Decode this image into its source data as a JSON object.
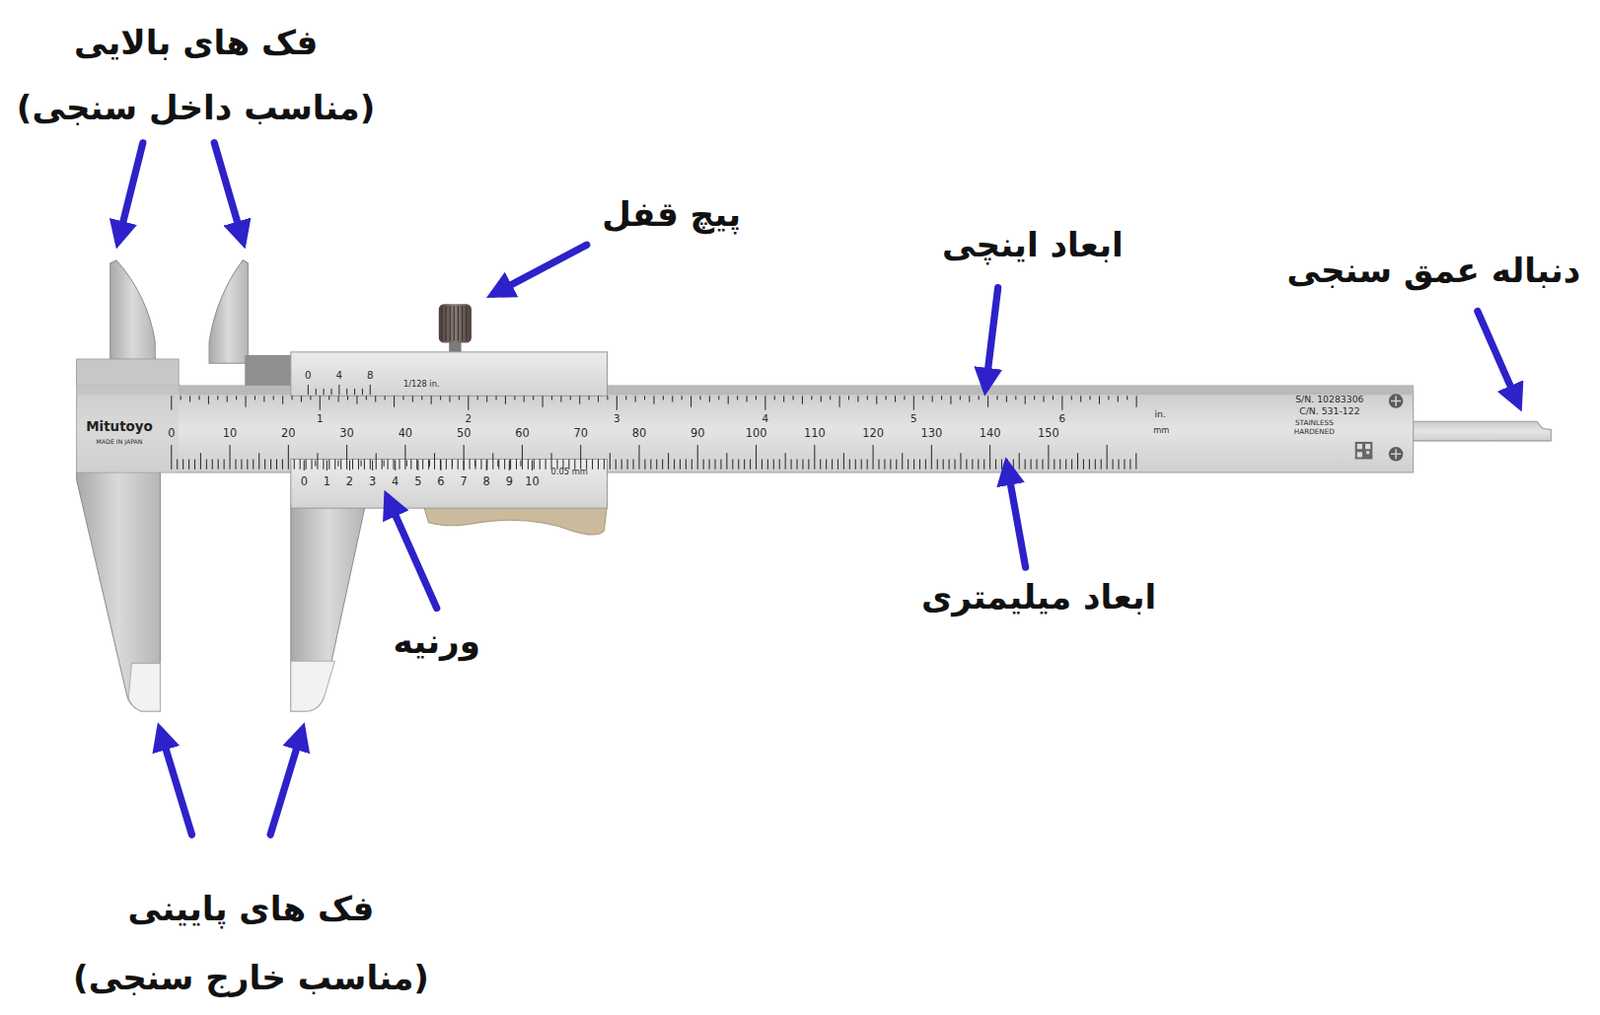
{
  "diagram": {
    "labels": [
      "فک های بالایی",
      "(مناسب داخل سنجی)",
      "پیچ قفل",
      "ابعاد اینچی",
      "دنباله عمق سنجی",
      "ورنیه",
      "ابعاد میلیمتری",
      "فک های پایینی",
      "(مناسب خارج سنجی)",
      "Mitutoyo",
      "MADE IN JAPAN",
      "0",
      "10",
      "20",
      "30",
      "40",
      "50",
      "60",
      "70",
      "80",
      "90",
      "100",
      "110",
      "120",
      "130",
      "140",
      "150",
      "mm",
      "1",
      "2",
      "3",
      "4",
      "5",
      "6",
      "in.",
      "S/N. 10283306",
      "C/N. 531-122",
      "STAINLESS",
      "HARDENED",
      "0",
      "4",
      "8",
      "1/128 in.",
      "0",
      "1",
      "2",
      "3",
      "4",
      "5",
      "6",
      "7",
      "8",
      "9",
      "10",
      "0.05 mm"
    ]
  }
}
